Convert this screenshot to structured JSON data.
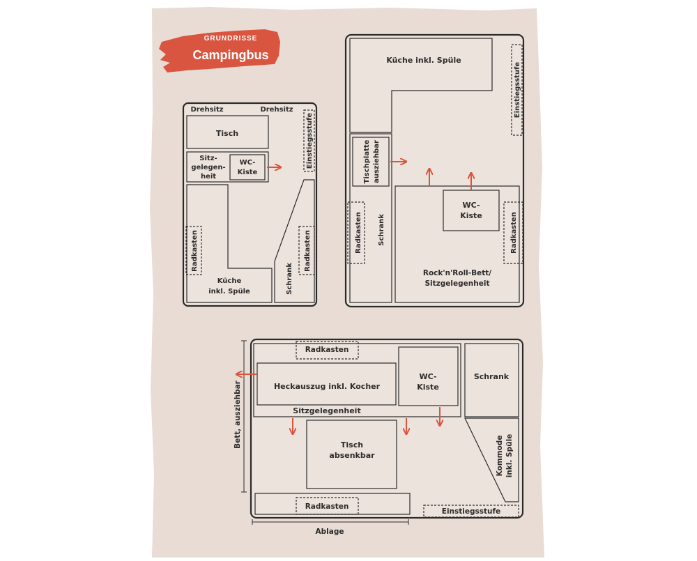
{
  "header": {
    "kicker": "GRUNDRISSE",
    "title": "Campingbus"
  },
  "colors": {
    "paper": "#e8dcd5",
    "accent": "#d9553f",
    "ink": "#2b2b2b",
    "panel_fill": "#ede3dd"
  },
  "plan_a": {
    "drehsitz_left": "Drehsitz",
    "drehsitz_right": "Drehsitz",
    "tisch": "Tisch",
    "sitz_line1": "Sitz-",
    "sitz_line2": "gelegen-",
    "sitz_line3": "heit",
    "wc_line1": "WC-",
    "wc_line2": "Kiste",
    "einstiegsstufe": "Einstiegsstufe",
    "radkasten_left": "Radkasten",
    "radkasten_right": "Radkasten",
    "schrank": "Schrank",
    "kueche_line1": "Küche",
    "kueche_line2": "inkl. Spüle"
  },
  "plan_b": {
    "kueche": "Küche inkl. Spüle",
    "einstiegsstufe": "Einstiegsstufe",
    "tischplatte_line1": "Tischplatte",
    "tischplatte_line2": "ausziehbar",
    "radkasten_left": "Radkasten",
    "schrank": "Schrank",
    "wc_line1": "WC-",
    "wc_line2": "Kiste",
    "radkasten_right": "Radkasten",
    "bett_line1": "Rock'n'Roll-Bett/",
    "bett_line2": "Sitzgelegenheit"
  },
  "plan_c": {
    "radkasten_top": "Radkasten",
    "heckauszug": "Heckauszug inkl. Kocher",
    "wc_line1": "WC-",
    "wc_line2": "Kiste",
    "schrank": "Schrank",
    "sitzgelegenheit": "Sitzgelegenheit",
    "tisch_line1": "Tisch",
    "tisch_line2": "absenkbar",
    "kommode_line1": "Kommode",
    "kommode_line2": "inkl. Spüle",
    "radkasten_bottom": "Radkasten",
    "einstiegsstufe": "Einstiegsstufe",
    "bett": "Bett, ausziehbar",
    "ablage": "Ablage"
  }
}
